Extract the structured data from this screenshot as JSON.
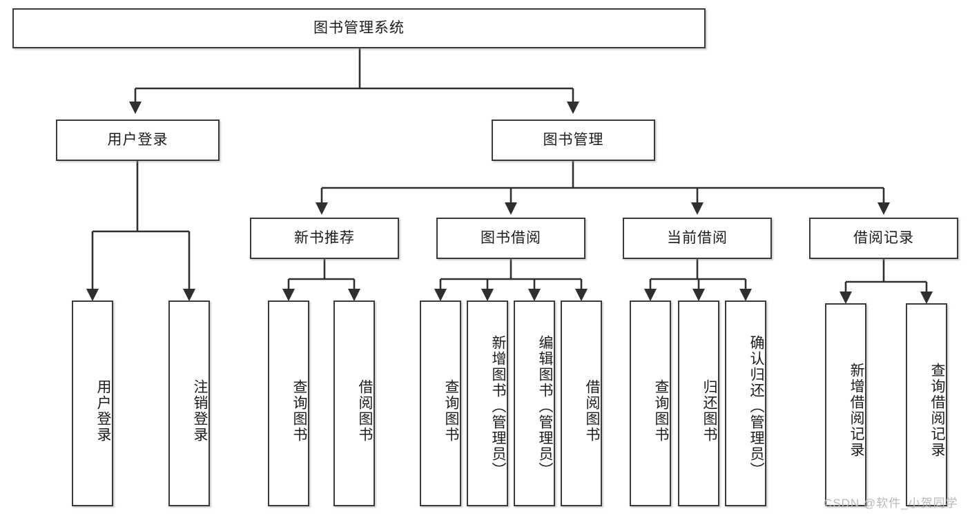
{
  "diagram": {
    "type": "tree-hierarchy",
    "title": "图书管理系统",
    "stroke_color": "#3a3a3a",
    "fill_color": "#ffffff",
    "text_color": "#1c1c1c",
    "root": {
      "id": "root",
      "label": "图书管理系统"
    },
    "level2": [
      {
        "id": "user-login",
        "label": "用户登录"
      },
      {
        "id": "book-manage",
        "label": "图书管理"
      }
    ],
    "level3": [
      {
        "id": "new-book-recommend",
        "label": "新书推荐"
      },
      {
        "id": "book-borrow",
        "label": "图书借阅"
      },
      {
        "id": "current-borrow",
        "label": "当前借阅"
      },
      {
        "id": "borrow-record",
        "label": "借阅记录"
      }
    ],
    "leaves": {
      "user_login": [
        {
          "id": "leaf-user-login",
          "label": "用户登录"
        },
        {
          "id": "leaf-logout",
          "label": "注销登录"
        }
      ],
      "new_book_recommend": [
        {
          "id": "leaf-query-book-1",
          "label": "查询图书"
        },
        {
          "id": "leaf-borrow-book-1",
          "label": "借阅图书"
        }
      ],
      "book_borrow": [
        {
          "id": "leaf-query-book-2",
          "label": "查询图书"
        },
        {
          "id": "leaf-add-book",
          "label": "新增图书（管理员）"
        },
        {
          "id": "leaf-edit-book",
          "label": "编辑图书（管理员）"
        },
        {
          "id": "leaf-borrow-book-2",
          "label": "借阅图书"
        }
      ],
      "current_borrow": [
        {
          "id": "leaf-query-book-3",
          "label": "查询图书"
        },
        {
          "id": "leaf-return-book",
          "label": "归还图书"
        },
        {
          "id": "leaf-confirm-return",
          "label": "确认归还（管理员）"
        }
      ],
      "borrow_record": [
        {
          "id": "leaf-add-record",
          "label": "新增借阅记录"
        },
        {
          "id": "leaf-query-record",
          "label": "查询借阅记录"
        }
      ]
    }
  },
  "watermark": {
    "text": "CSDN @软件_小贺同学"
  }
}
